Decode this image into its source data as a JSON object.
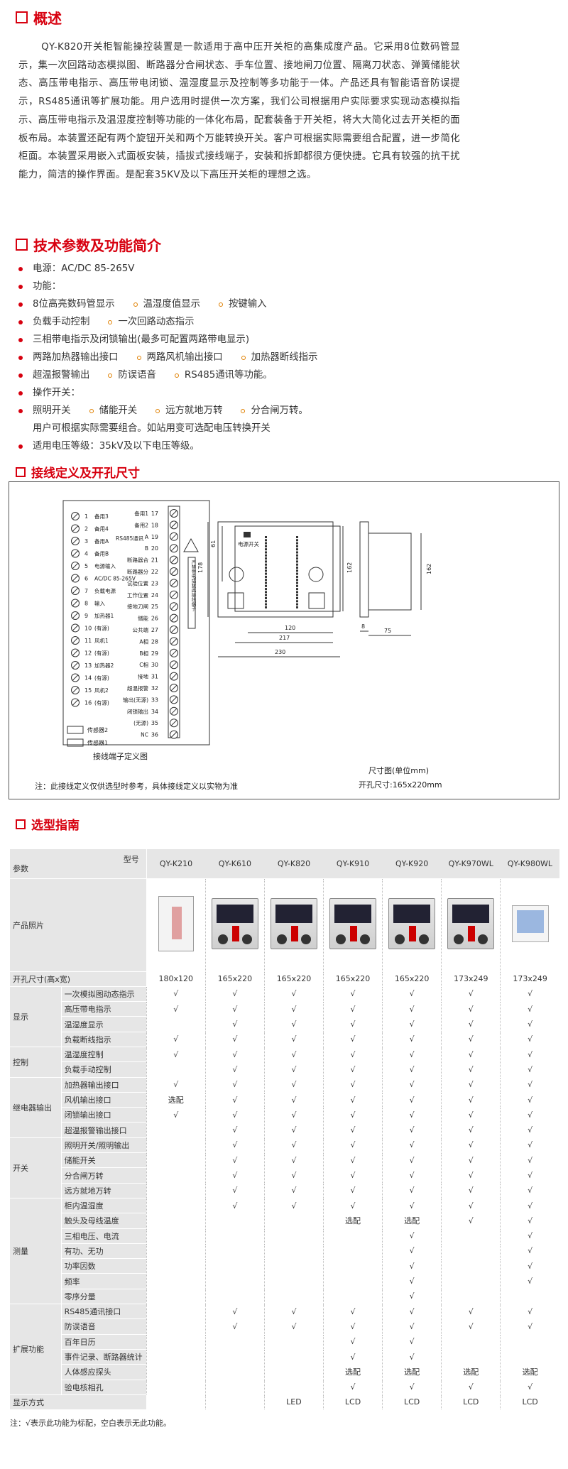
{
  "overview": {
    "title": "概述",
    "paragraph": "QY-K820开关柜智能操控装置是一款适用于高中压开关柜的高集成度产品。它采用8位数码管显示，集一次回路动态模拟图、断路器分合闸状态、手车位置、接地闸刀位置、隔离刀状态、弹簧储能状态、高压带电指示、高压带电闭锁、温湿度显示及控制等多功能于一体。产品还具有智能语音防误提示，RS485通讯等扩展功能。用户选用时提供一次方案，我们公司根据用户实际要求实现动态模拟指示、高压带电指示及温湿度控制等功能的一体化布局，配套装备于开关柜，将大大简化过去开关柜的面板布局。本装置还配有两个旋钮开关和两个万能转换开关。客户可根据实际需要组合配置，进一步简化柜面。本装置采用嵌入式面板安装，插拔式接线端子，安装和拆卸都很方便快捷。它具有较强的抗干扰能力，简洁的操作界面。是配套35KV及以下高压开关柜的理想之选。"
  },
  "tech": {
    "title": "技术参数及功能简介",
    "rows": [
      {
        "type": "bullet",
        "items": [
          "电源：AC/DC 85-265V"
        ]
      },
      {
        "type": "bullet",
        "items": [
          "功能："
        ]
      },
      {
        "type": "bullet",
        "items": [
          "8位高亮数码管显示",
          "温湿度值显示",
          "按键输入"
        ]
      },
      {
        "type": "bullet",
        "items": [
          "负载手动控制",
          "一次回路动态指示"
        ]
      },
      {
        "type": "bullet",
        "items": [
          "三相带电指示及闭锁输出(最多可配置两路带电显示)"
        ]
      },
      {
        "type": "bullet",
        "items": [
          "两路加热器输出接口",
          "两路风机输出接口",
          "加热器断线指示"
        ]
      },
      {
        "type": "bullet",
        "items": [
          "超温报警输出",
          "防误语音",
          "RS485通讯等功能。"
        ]
      },
      {
        "type": "bullet",
        "items": [
          "操作开关："
        ]
      },
      {
        "type": "bullet",
        "items": [
          "照明开关",
          "储能开关",
          "远方就地万转",
          "分合闸万转。"
        ]
      },
      {
        "type": "plain",
        "items": [
          "用户可根据实际需要组合。如站用变可选配电压转换开关"
        ]
      },
      {
        "type": "bullet",
        "items": [
          "适用电压等级：35kV及以下电压等级。"
        ]
      }
    ]
  },
  "wiring": {
    "title": "接线定义及开孔尺寸",
    "left_labels": [
      {
        "n": "1",
        "t": "备用3"
      },
      {
        "n": "2",
        "t": "备用4"
      },
      {
        "n": "3",
        "t": "备用A"
      },
      {
        "n": "4",
        "t": "备用B"
      },
      {
        "n": "5",
        "t": "电源输入"
      },
      {
        "n": "6",
        "t": "AC/DC 85-265V"
      },
      {
        "n": "7",
        "t": "负载电源"
      },
      {
        "n": "8",
        "t": "输入"
      },
      {
        "n": "9",
        "t": "加热器1"
      },
      {
        "n": "10",
        "t": "(有源)"
      },
      {
        "n": "11",
        "t": "风机1"
      },
      {
        "n": "12",
        "t": "(有源)"
      },
      {
        "n": "13",
        "t": "加热器2"
      },
      {
        "n": "14",
        "t": "(有源)"
      },
      {
        "n": "15",
        "t": "风机2"
      },
      {
        "n": "16",
        "t": "(有源)"
      }
    ],
    "right_labels": [
      {
        "n": "17",
        "t": "备用1"
      },
      {
        "n": "18",
        "t": "备用2"
      },
      {
        "n": "19",
        "t": "A"
      },
      {
        "n": "20",
        "t": "B"
      },
      {
        "n": "21",
        "t": "断路器合"
      },
      {
        "n": "22",
        "t": "断路器分"
      },
      {
        "n": "23",
        "t": "试验位置"
      },
      {
        "n": "24",
        "t": "工作位置"
      },
      {
        "n": "25",
        "t": "接地刀闸"
      },
      {
        "n": "26",
        "t": "储能"
      },
      {
        "n": "27",
        "t": "公共端"
      },
      {
        "n": "28",
        "t": "A相"
      },
      {
        "n": "29",
        "t": "B相"
      },
      {
        "n": "30",
        "t": "C相"
      },
      {
        "n": "31",
        "t": "接地"
      },
      {
        "n": "32",
        "t": "超温报警"
      },
      {
        "n": "33",
        "t": "输出(无源)"
      },
      {
        "n": "34",
        "t": "闭锁输出"
      },
      {
        "n": "35",
        "t": "(无源)"
      },
      {
        "n": "36",
        "t": "NC"
      }
    ],
    "rs485_label": "RS485通讯",
    "sensor1": "传感器1",
    "sensor2": "传感器2",
    "terminal_caption": "接线端子定义图",
    "note": "注：此接线定义仅供选型时参考，具体接线定义以实物为准",
    "power_switch": "电源开关",
    "dims": {
      "d61": "61",
      "d178": "178",
      "d162a": "162",
      "d162b": "162",
      "d120": "120",
      "d217": "217",
      "d230": "230",
      "d8": "8",
      "d75": "75"
    },
    "size_caption": "尺寸图(单位mm)",
    "cutout_caption": "开孔尺寸:165x220mm",
    "warning": "严禁带电插拔此接线端子"
  },
  "guide": {
    "title": "选型指南",
    "param_label": "参数",
    "model_label": "型号",
    "photo_label": "产品照片",
    "models": [
      "QY-K210",
      "QY-K610",
      "QY-K820",
      "QY-K910",
      "QY-K920",
      "QY-K970WL",
      "QY-K980WL"
    ],
    "cutout": {
      "label": "开孔尺寸(高x宽)",
      "values": [
        "180x120",
        "165x220",
        "165x220",
        "165x220",
        "165x220",
        "173x249",
        "173x249"
      ]
    },
    "groups": [
      {
        "name": "显示",
        "rows": [
          {
            "label": "一次模拟图动态指示",
            "v": [
              "√",
              "√",
              "√",
              "√",
              "√",
              "√",
              "√"
            ]
          },
          {
            "label": "高压带电指示",
            "v": [
              "√",
              "√",
              "√",
              "√",
              "√",
              "√",
              "√"
            ]
          },
          {
            "label": "温湿度显示",
            "v": [
              "",
              "√",
              "√",
              "√",
              "√",
              "√",
              "√"
            ]
          },
          {
            "label": "负载断线指示",
            "v": [
              "√",
              "√",
              "√",
              "√",
              "√",
              "√",
              "√"
            ]
          }
        ]
      },
      {
        "name": "控制",
        "rows": [
          {
            "label": "温湿度控制",
            "v": [
              "√",
              "√",
              "√",
              "√",
              "√",
              "√",
              "√"
            ]
          },
          {
            "label": "负载手动控制",
            "v": [
              "",
              "√",
              "√",
              "√",
              "√",
              "√",
              "√"
            ]
          }
        ]
      },
      {
        "name": "继电器输出",
        "rows": [
          {
            "label": "加热器输出接口",
            "v": [
              "√",
              "√",
              "√",
              "√",
              "√",
              "√",
              "√"
            ]
          },
          {
            "label": "风机输出接口",
            "v": [
              "选配",
              "√",
              "√",
              "√",
              "√",
              "√",
              "√"
            ]
          },
          {
            "label": "闭锁输出接口",
            "v": [
              "√",
              "√",
              "√",
              "√",
              "√",
              "√",
              "√"
            ]
          },
          {
            "label": "超温报警输出接口",
            "v": [
              "",
              "√",
              "√",
              "√",
              "√",
              "√",
              "√"
            ]
          }
        ]
      },
      {
        "name": "开关",
        "rows": [
          {
            "label": "照明开关/照明输出",
            "v": [
              "",
              "√",
              "√",
              "√",
              "√",
              "√",
              "√"
            ]
          },
          {
            "label": "储能开关",
            "v": [
              "",
              "√",
              "√",
              "√",
              "√",
              "√",
              "√"
            ]
          },
          {
            "label": "分合闸万转",
            "v": [
              "",
              "√",
              "√",
              "√",
              "√",
              "√",
              "√"
            ]
          },
          {
            "label": "远方就地万转",
            "v": [
              "",
              "√",
              "√",
              "√",
              "√",
              "√",
              "√"
            ]
          }
        ]
      },
      {
        "name": "测量",
        "rows": [
          {
            "label": "柜内温湿度",
            "v": [
              "",
              "√",
              "√",
              "√",
              "√",
              "√",
              "√"
            ]
          },
          {
            "label": "触头及母线温度",
            "v": [
              "",
              "",
              "",
              "选配",
              "选配",
              "√",
              "√"
            ]
          },
          {
            "label": "三相电压、电流",
            "v": [
              "",
              "",
              "",
              "",
              "√",
              "",
              "√"
            ]
          },
          {
            "label": "有功、无功",
            "v": [
              "",
              "",
              "",
              "",
              "√",
              "",
              "√"
            ]
          },
          {
            "label": "功率因数",
            "v": [
              "",
              "",
              "",
              "",
              "√",
              "",
              "√"
            ]
          },
          {
            "label": "频率",
            "v": [
              "",
              "",
              "",
              "",
              "√",
              "",
              "√"
            ]
          },
          {
            "label": "零序分量",
            "v": [
              "",
              "",
              "",
              "",
              "√",
              "",
              ""
            ]
          }
        ]
      },
      {
        "name": "扩展功能",
        "rows": [
          {
            "label": "RS485通讯接口",
            "v": [
              "",
              "√",
              "√",
              "√",
              "√",
              "√",
              "√"
            ]
          },
          {
            "label": "防误语音",
            "v": [
              "",
              "√",
              "√",
              "√",
              "√",
              "√",
              "√"
            ]
          },
          {
            "label": "百年日历",
            "v": [
              "",
              "",
              "",
              "√",
              "√",
              "",
              ""
            ]
          },
          {
            "label": "事件记录、断路器统计",
            "v": [
              "",
              "",
              "",
              "√",
              "√",
              "",
              ""
            ]
          },
          {
            "label": "人体感应探头",
            "v": [
              "",
              "",
              "",
              "选配",
              "选配",
              "选配",
              "选配"
            ]
          },
          {
            "label": "验电核相孔",
            "v": [
              "",
              "",
              "",
              "√",
              "√",
              "√",
              "√"
            ]
          }
        ]
      }
    ],
    "display": {
      "label": "显示方式",
      "values": [
        "",
        "",
        "LED",
        "LCD",
        "LCD",
        "LCD",
        "LCD"
      ]
    },
    "note": "注：√表示此功能为标配，空白表示无此功能。"
  },
  "colors": {
    "accent": "#d7000f",
    "header_bg": "#e6e6e6"
  }
}
